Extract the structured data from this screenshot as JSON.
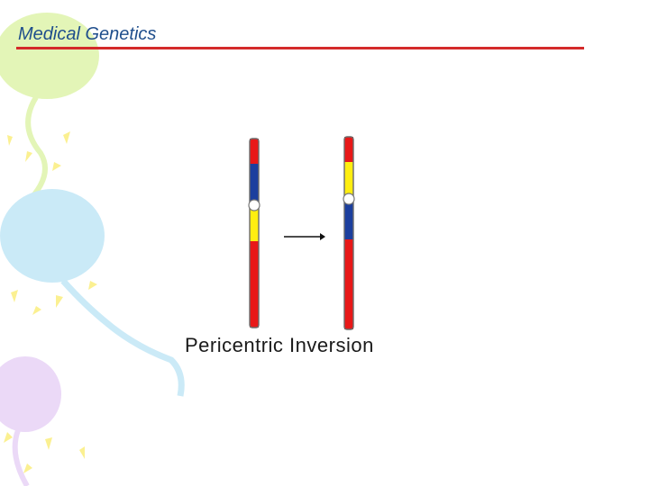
{
  "slide": {
    "title": "Medical Genetics",
    "caption": "Pericentric Inversion"
  },
  "colors": {
    "title_text": "#1f4e8c",
    "title_rule": "#d42a2a",
    "segment_red": "#e81818",
    "segment_blue": "#1c3f9e",
    "segment_yellow": "#ffee10",
    "centromere": "#ffffff",
    "balloon_green": "#e2f5b4",
    "balloon_blue": "#c8e9f7",
    "balloon_purple": "#ead7f7",
    "confetti_yellow": "#fbf08c"
  },
  "diagram": {
    "before_chromosome": {
      "bands_top_to_bottom": [
        "red",
        "blue",
        "centromere",
        "yellow",
        "red"
      ]
    },
    "arrow": "right-arrow",
    "after_chromosome": {
      "bands_top_to_bottom": [
        "red",
        "yellow",
        "centromere",
        "blue",
        "red"
      ]
    }
  }
}
